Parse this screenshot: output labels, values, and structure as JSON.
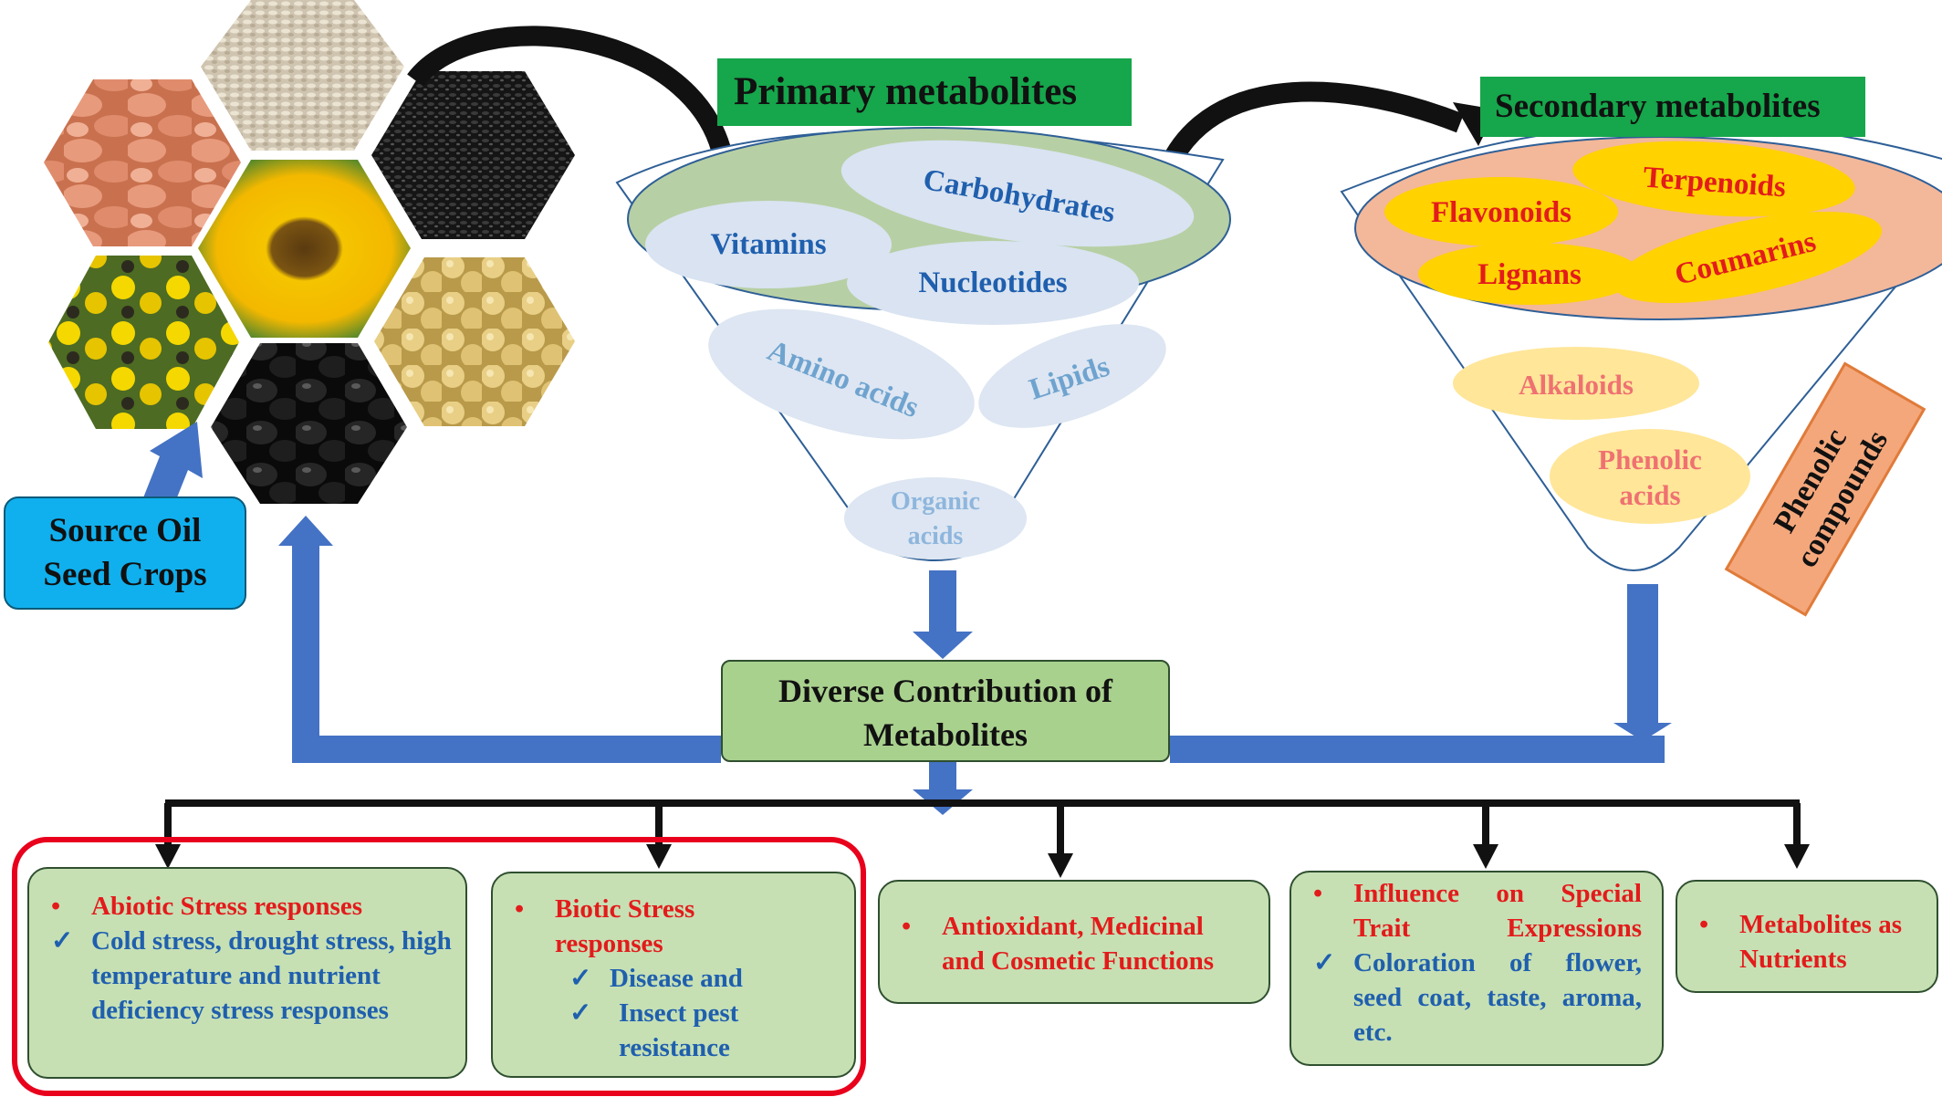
{
  "source_box": {
    "line1": "Source Oil",
    "line2": "Seed Crops"
  },
  "crop_images": [
    "peanut-seeds-photo",
    "sesame-seeds-photo",
    "black-sesame-photo",
    "sunflower-photo",
    "mustard-flower-photo",
    "soybean-photo",
    "black-soybean-photo"
  ],
  "primary": {
    "header": "Primary metabolites",
    "items": {
      "carbohydrates": "Carbohydrates",
      "vitamins": "Vitamins",
      "nucleotides": "Nucleotides",
      "amino_acids": "Amino acids",
      "lipids": "Lipids",
      "organic_acids_1": "Organic",
      "organic_acids_2": "acids"
    }
  },
  "secondary": {
    "header": "Secondary metabolites",
    "items": {
      "terpenoids": "Terpenoids",
      "flavonoids": "Flavonoids",
      "lignans": "Lignans",
      "coumarins": "Coumarins",
      "alkaloids": "Alkaloids",
      "phenolic_acids_1": "Phenolic",
      "phenolic_acids_2": "acids"
    },
    "phenolic_box_1": "Phenolic",
    "phenolic_box_2": "compounds"
  },
  "center": {
    "line1": "Diverse Contribution of",
    "line2": "Metabolites"
  },
  "outputs": {
    "abiotic": {
      "bullet": "•",
      "check": "✓",
      "title": "Abiotic Stress responses",
      "detail": "Cold stress, drought stress, high temperature and nutrient deficiency stress responses"
    },
    "biotic": {
      "bullet": "•",
      "check": "✓",
      "title_1": "Biotic Stress",
      "title_2": "responses",
      "detail_1": "Disease and",
      "detail_2": "Insect pest",
      "detail_3": "resistance"
    },
    "antioxidant": {
      "bullet": "•",
      "title_1": "Antioxidant, Medicinal",
      "title_2": "and Cosmetic Functions"
    },
    "trait": {
      "bullet": "•",
      "check": "✓",
      "title": "Influence on Special Trait Expressions",
      "detail": "Coloration of flower, seed coat, taste, aroma, etc."
    },
    "nutrients": {
      "bullet": "•",
      "title_1": "Metabolites as",
      "title_2": "Nutrients"
    }
  },
  "colors": {
    "arrow_blue": "#4472c4",
    "header_green": "#16a64b",
    "box_green": "#c6e0b4",
    "source_blue": "#10b0ee",
    "phenolic_orange": "#f4a77b",
    "text_red": "#e31b1b",
    "text_blue": "#1f5fae",
    "highlight_border": "#e8001c"
  }
}
